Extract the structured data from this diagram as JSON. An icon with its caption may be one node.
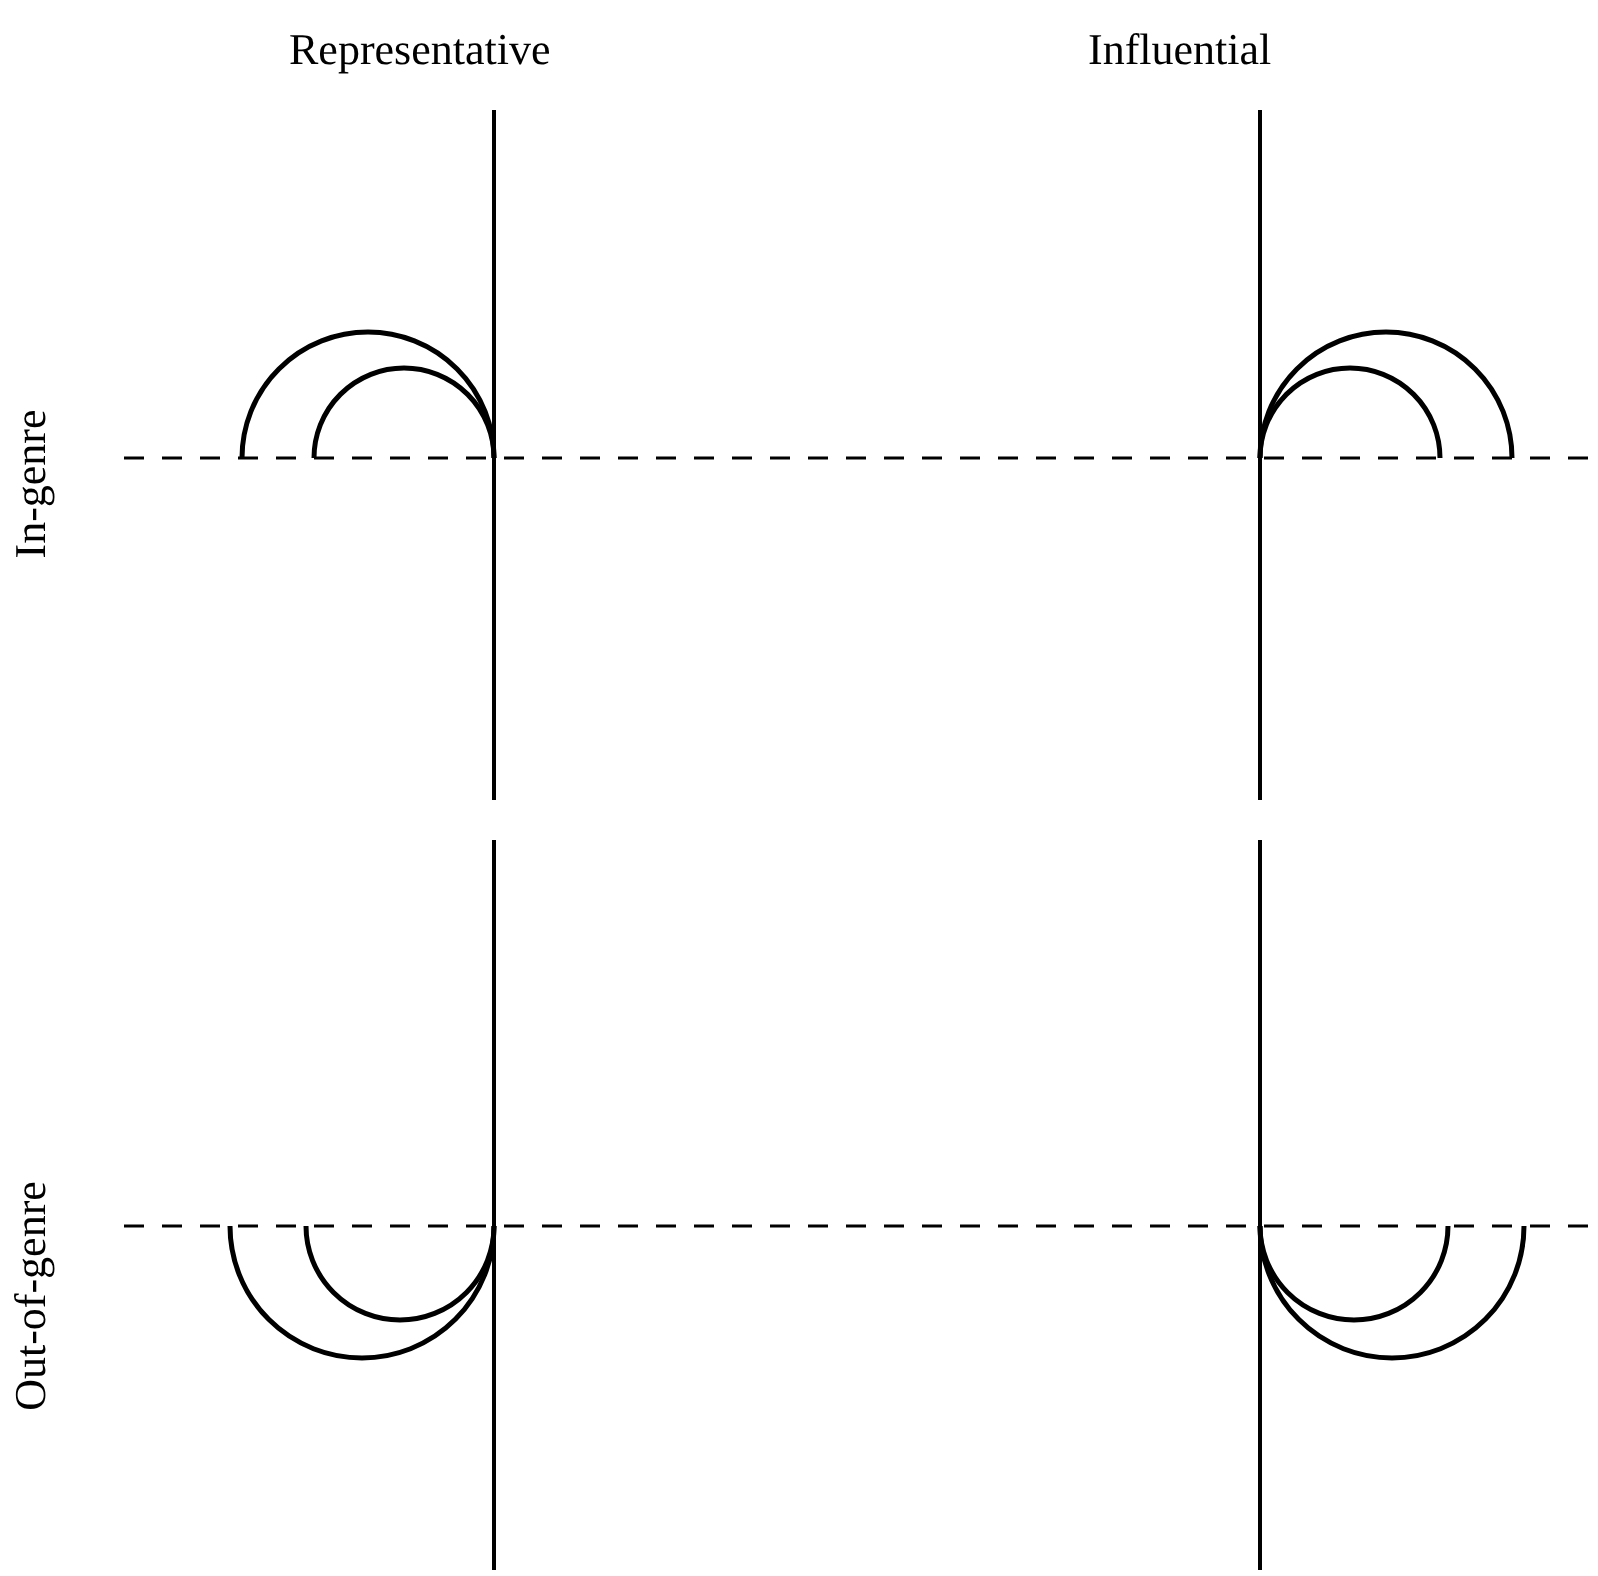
{
  "diagram": {
    "labels": [
      "Representative",
      "Influential",
      "In-genre",
      "Out-of-genre"
    ]
  }
}
